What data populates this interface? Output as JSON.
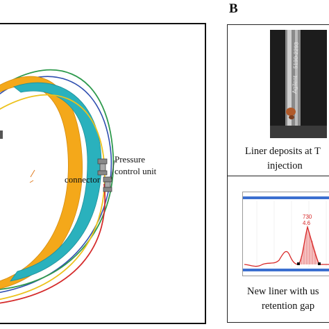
{
  "panel_b": {
    "label": "B",
    "liner_caption_line1": "Liner deposits at T",
    "liner_caption_line2": "injection",
    "chromatogram": {
      "peak_label_top": "730",
      "peak_label_bottom": "4.6"
    },
    "new_liner_caption_line1": "New liner with us",
    "new_liner_caption_line2": "retention gap"
  },
  "panel_a": {
    "pressure_label_line1": "Pressure",
    "pressure_label_line2": "control unit",
    "connector_label": "connector"
  },
  "liner_photo": {
    "brand_text": "Agilent",
    "part_text": "5190-2293"
  },
  "colors": {
    "column_orange": "#f4a81a",
    "column_teal": "#2ab1bd",
    "wire_green": "#2e9a4d",
    "wire_blue": "#2f4fb0",
    "wire_yellow": "#ecc21d",
    "wire_red": "#d52b2b",
    "chrom_band_blue": "#3b6fd0",
    "chrom_trace_red": "#d82828"
  }
}
